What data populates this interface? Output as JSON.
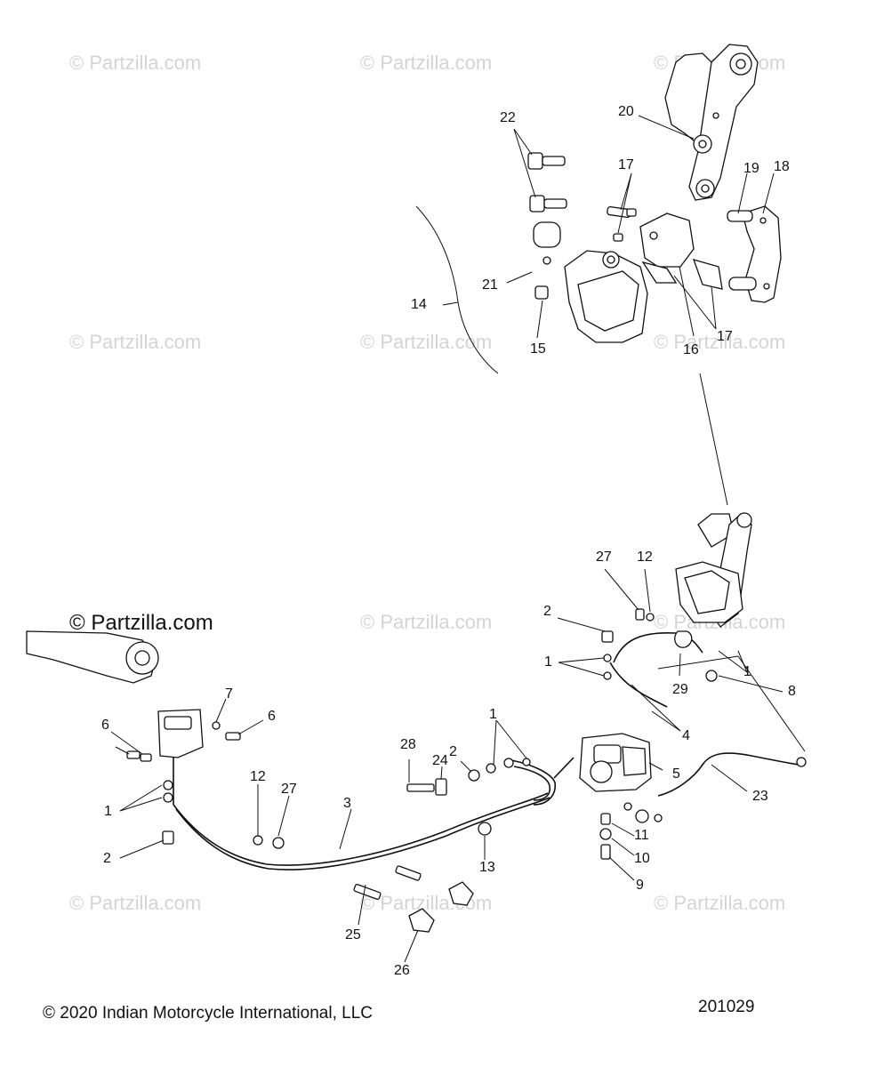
{
  "watermark": {
    "text": "© Partzilla.com",
    "highlighted_text": "© Partzilla.com"
  },
  "callouts": [
    "1",
    "2",
    "3",
    "4",
    "5",
    "6",
    "7",
    "8",
    "9",
    "10",
    "11",
    "12",
    "13",
    "14",
    "15",
    "16",
    "17",
    "18",
    "19",
    "20",
    "21",
    "22",
    "23",
    "24",
    "25",
    "26",
    "27",
    "28",
    "29"
  ],
  "footer": {
    "copyright": "© 2020 Indian Motorcycle International, LLC",
    "diagram_number": "201029"
  },
  "colors": {
    "line": "#111111",
    "part_fill": "#ffffff",
    "watermark": "#d4d4d4"
  }
}
